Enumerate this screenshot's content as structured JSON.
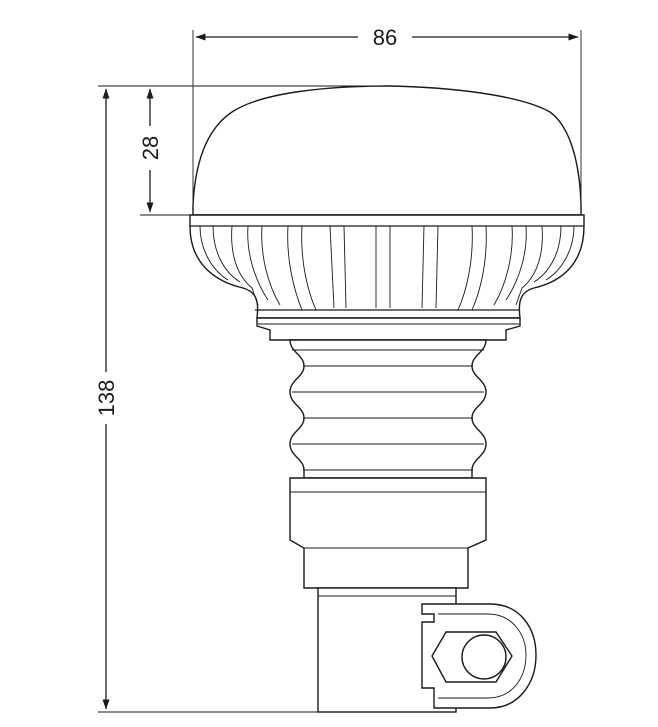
{
  "dimensions": {
    "width": "86",
    "dome_height": "28",
    "total_height": "138"
  },
  "colors": {
    "line": "#1a1a1a",
    "background": "#ffffff"
  }
}
